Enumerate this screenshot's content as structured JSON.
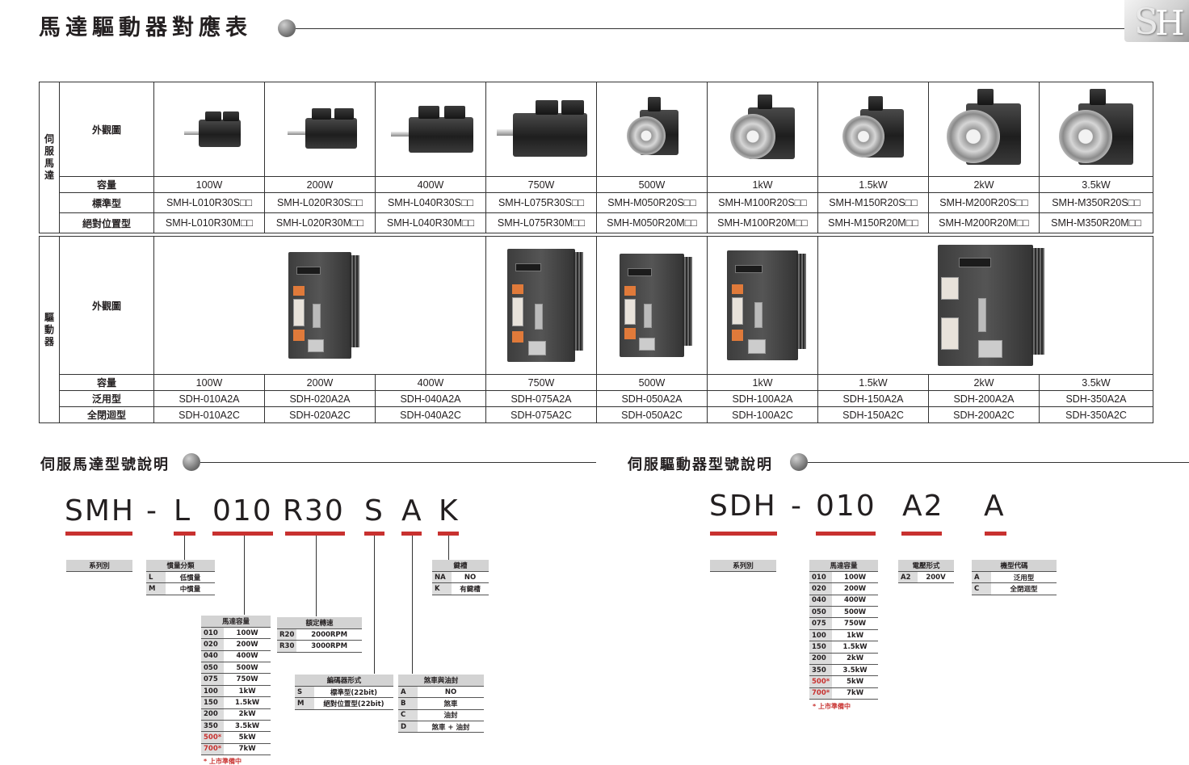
{
  "header": {
    "title": "馬達驅動器對應表",
    "logo_text": "H"
  },
  "motor_table": {
    "side_label": "伺服馬達",
    "rows": {
      "appearance": "外觀圖",
      "capacity": "容量",
      "standard": "標準型",
      "absolute": "絕對位置型"
    },
    "capacities": [
      "100W",
      "200W",
      "400W",
      "750W",
      "500W",
      "1kW",
      "1.5kW",
      "2kW",
      "3.5kW"
    ],
    "standard_models": [
      "SMH-L010R30S□□",
      "SMH-L020R30S□□",
      "SMH-L040R30S□□",
      "SMH-L075R30S□□",
      "SMH-M050R20S□□",
      "SMH-M100R20S□□",
      "SMH-M150R20S□□",
      "SMH-M200R20S□□",
      "SMH-M350R20S□□"
    ],
    "absolute_models": [
      "SMH-L010R30M□□",
      "SMH-L020R30M□□",
      "SMH-L040R30M□□",
      "SMH-L075R30M□□",
      "SMH-M050R20M□□",
      "SMH-M100R20M□□",
      "SMH-M150R20M□□",
      "SMH-M200R20M□□",
      "SMH-M350R20M□□"
    ]
  },
  "drive_table": {
    "side_label": "驅動器",
    "rows": {
      "appearance": "外觀圖",
      "capacity": "容量",
      "general": "泛用型",
      "closed": "全閉迴型"
    },
    "capacities": [
      "100W",
      "200W",
      "400W",
      "750W",
      "500W",
      "1kW",
      "1.5kW",
      "2kW",
      "3.5kW"
    ],
    "general_models": [
      "SDH-010A2A",
      "SDH-020A2A",
      "SDH-040A2A",
      "SDH-075A2A",
      "SDH-050A2A",
      "SDH-100A2A",
      "SDH-150A2A",
      "SDH-200A2A",
      "SDH-350A2A"
    ],
    "closed_models": [
      "SDH-010A2C",
      "SDH-020A2C",
      "SDH-040A2C",
      "SDH-075A2C",
      "SDH-050A2C",
      "SDH-100A2C",
      "SDH-150A2C",
      "SDH-200A2C",
      "SDH-350A2C"
    ]
  },
  "motor_model": {
    "section_title": "伺服馬達型號說明",
    "parts": [
      "SMH",
      "-",
      "L",
      "010",
      "R30",
      "S",
      "A",
      "K"
    ],
    "series_label": "系列別",
    "inertia": {
      "title": "慣量分類",
      "rows": [
        [
          "L",
          "低慣量"
        ],
        [
          "M",
          "中慣量"
        ]
      ]
    },
    "capacity": {
      "title": "馬達容量",
      "rows": [
        [
          "010",
          "100W"
        ],
        [
          "020",
          "200W"
        ],
        [
          "040",
          "400W"
        ],
        [
          "050",
          "500W"
        ],
        [
          "075",
          "750W"
        ],
        [
          "100",
          "1kW"
        ],
        [
          "150",
          "1.5kW"
        ],
        [
          "200",
          "2kW"
        ],
        [
          "350",
          "3.5kW"
        ],
        [
          "500*",
          "5kW"
        ],
        [
          "700*",
          "7kW"
        ]
      ]
    },
    "speed": {
      "title": "額定轉速",
      "rows": [
        [
          "R20",
          "2000RPM"
        ],
        [
          "R30",
          "3000RPM"
        ]
      ]
    },
    "encoder": {
      "title": "編碼器形式",
      "rows": [
        [
          "S",
          "標準型(22bit)"
        ],
        [
          "M",
          "絕對位置型(22bit)"
        ]
      ]
    },
    "brake": {
      "title": "煞車與油封",
      "rows": [
        [
          "A",
          "NO"
        ],
        [
          "B",
          "煞車"
        ],
        [
          "C",
          "油封"
        ],
        [
          "D",
          "煞車 + 油封"
        ]
      ]
    },
    "keyway": {
      "title": "鍵槽",
      "rows": [
        [
          "NA",
          "NO"
        ],
        [
          "K",
          "有鍵槽"
        ]
      ]
    },
    "note": "* 上市準備中"
  },
  "drive_model": {
    "section_title": "伺服驅動器型號說明",
    "parts": [
      "SDH",
      "-",
      "010",
      "A2",
      "A"
    ],
    "series_label": "系列別",
    "capacity": {
      "title": "馬達容量",
      "rows": [
        [
          "010",
          "100W"
        ],
        [
          "020",
          "200W"
        ],
        [
          "040",
          "400W"
        ],
        [
          "050",
          "500W"
        ],
        [
          "075",
          "750W"
        ],
        [
          "100",
          "1kW"
        ],
        [
          "150",
          "1.5kW"
        ],
        [
          "200",
          "2kW"
        ],
        [
          "350",
          "3.5kW"
        ],
        [
          "500*",
          "5kW"
        ],
        [
          "700*",
          "7kW"
        ]
      ]
    },
    "voltage": {
      "title": "電壓形式",
      "rows": [
        [
          "A2",
          "200V"
        ]
      ]
    },
    "type": {
      "title": "機型代碼",
      "rows": [
        [
          "A",
          "泛用型"
        ],
        [
          "C",
          "全閉迴型"
        ]
      ]
    },
    "note": "* 上市準備中"
  }
}
